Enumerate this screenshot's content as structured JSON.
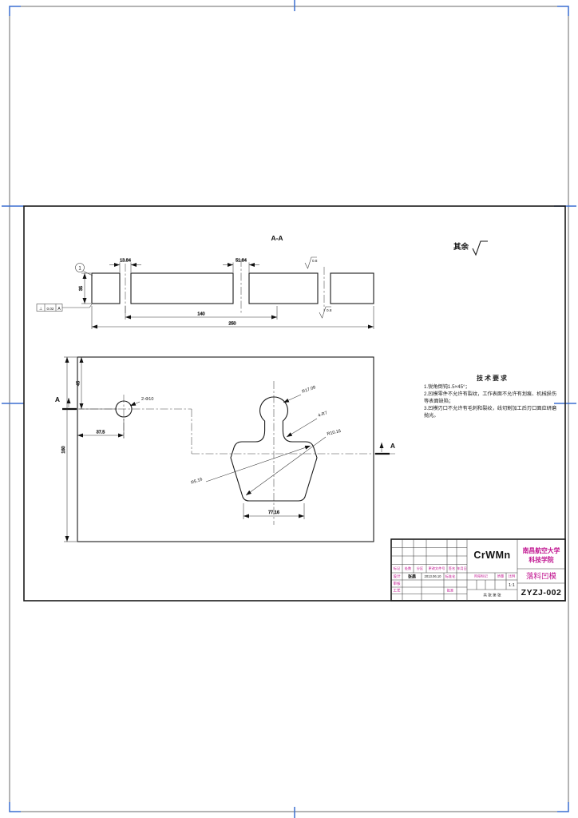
{
  "colors": {
    "line": "#1a1a1a",
    "accent_magenta": "#c0128f",
    "mark_blue": "#3b6fd0"
  },
  "section_view": {
    "label": "A-A",
    "balloon": "1",
    "dim_slot": "13.84",
    "dim_opening": "51.84",
    "dim_thickness": "35",
    "dim_inner": "140",
    "dim_overall": "250",
    "fcf_symbol": "⊥",
    "fcf_tolerance": "0.02",
    "fcf_datum": "A",
    "roughness_top": "0.8",
    "roughness_bottom": "0.8"
  },
  "surface_note": {
    "label": "其余"
  },
  "plan_view": {
    "section_letter_left": "A",
    "section_letter_right": "A",
    "dim_plate_height": "160",
    "dim_hole_offset_y": "45",
    "dim_hole_offset_x": "37.5",
    "hole_label": "2-Φ10",
    "callout_head_radius": "R17.08",
    "callout_neck_fillets": "4-R7",
    "callout_bottom_corner": "R10.16",
    "callout_shoulder_radius": "R5.16",
    "dim_bottom_width": "77.16"
  },
  "tech_req": {
    "title": "技术要求",
    "lines": [
      "1.锐角倒钝1.5×45°；",
      "2.凹模零件不允许有裂纹，工作表面不允许有划痕、机械损伤等表面缺陷；",
      "3.凹模刃口不允许有毛刺和裂纹，线切割加工后刃口面应研磨抛光。"
    ]
  },
  "title_block": {
    "material": "CrWMn",
    "company_line1": "南昌航空大学",
    "company_line2": "科技学院",
    "part_name": "落料凹模",
    "drawing_no": "ZYZJ-002",
    "rev_headers": [
      "标记",
      "处数",
      "分区",
      "更改文件号",
      "签名",
      "年月日"
    ],
    "design_label": "设计",
    "design_name": "张晨",
    "design_date": "2013.06.10",
    "check_label": "审核",
    "craft_label": "工艺",
    "standard_label": "标准化",
    "approve_label": "批准",
    "stage_label": "阶段标记",
    "weight_label": "质量",
    "scale_label": "比例",
    "scale_value": "1:1",
    "sheets_note": "共  张  第  张"
  }
}
